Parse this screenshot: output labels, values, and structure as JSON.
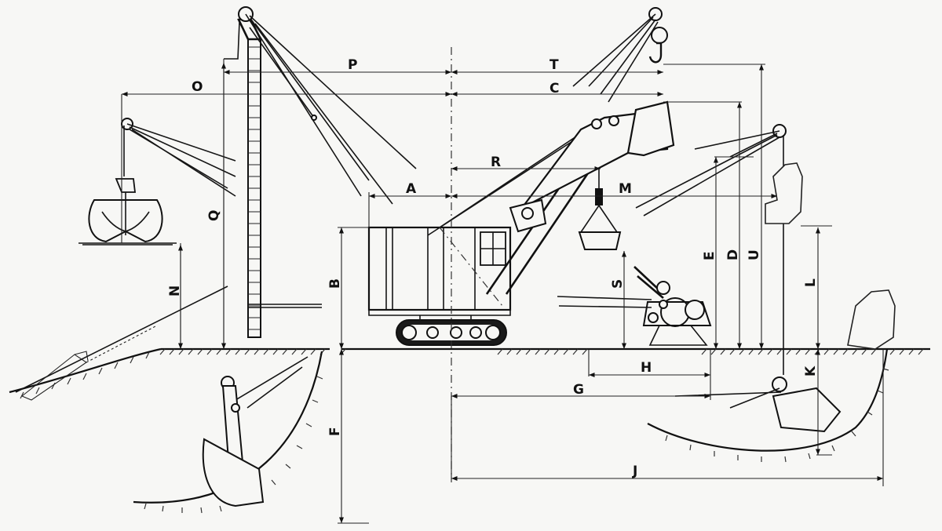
{
  "labels": {
    "A": "A",
    "B": "B",
    "C": "C",
    "D": "D",
    "E": "E",
    "F": "F",
    "G": "G",
    "H": "H",
    "J": "J",
    "K": "K",
    "L": "L",
    "M": "M",
    "N": "N",
    "O": "O",
    "P": "P",
    "Q": "Q",
    "R": "R",
    "S": "S",
    "T": "T",
    "U": "U"
  }
}
